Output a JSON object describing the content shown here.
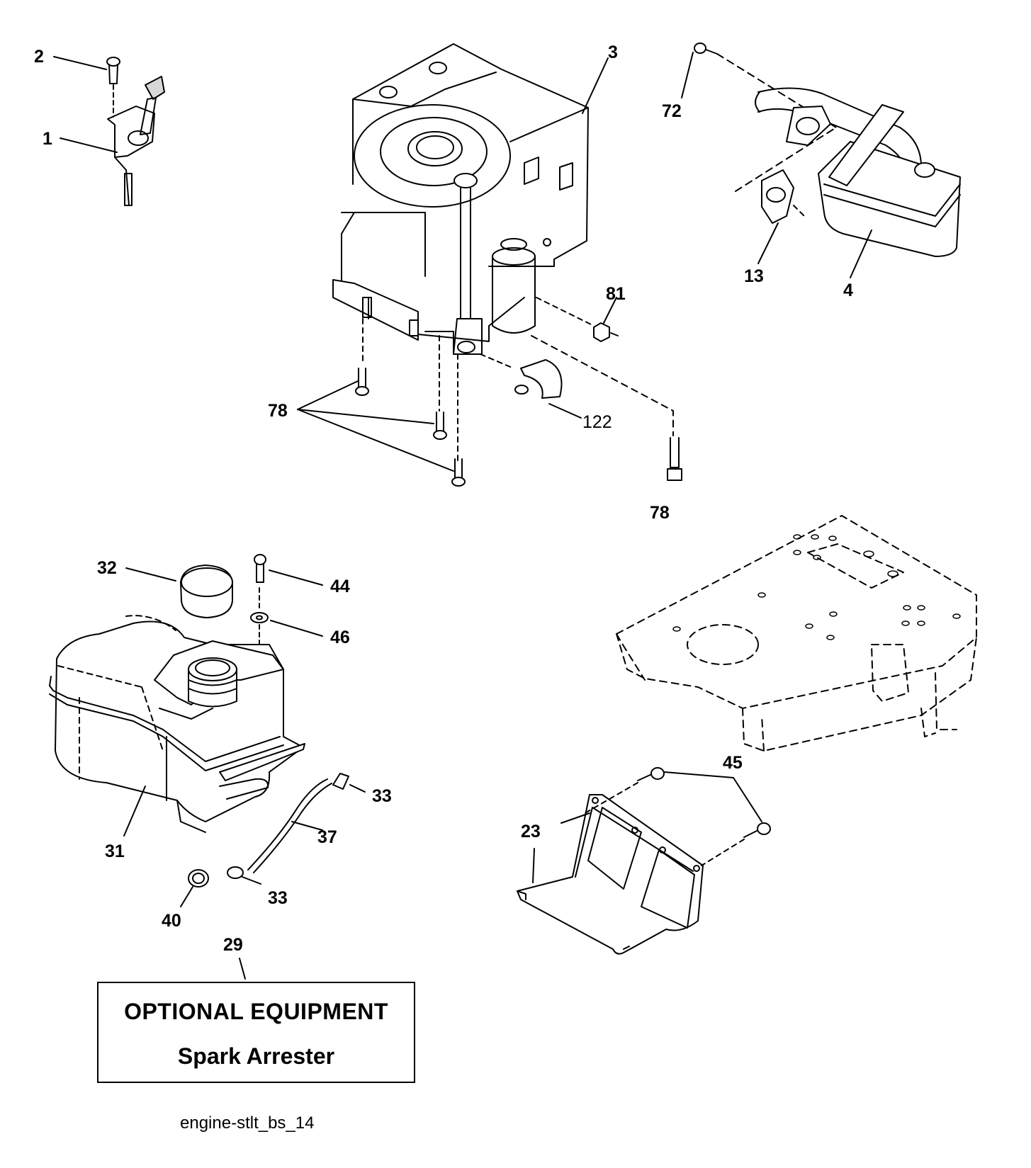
{
  "diagram": {
    "callouts": {
      "p1": "1",
      "p2": "2",
      "p3": "3",
      "p72": "72",
      "p13": "13",
      "p4": "4",
      "p81": "81",
      "p78a": "78",
      "p122": "122",
      "p78b": "78",
      "p32": "32",
      "p44": "44",
      "p46": "46",
      "p33a": "33",
      "p37": "37",
      "p31": "31",
      "p33b": "33",
      "p40": "40",
      "p29": "29",
      "p45": "45",
      "p23": "23"
    },
    "note": {
      "line1": "OPTIONAL EQUIPMENT",
      "line2": "Spark Arrester"
    },
    "footer_code": "engine-stlt_bs_14",
    "colors": {
      "line": "#000000",
      "background": "#ffffff",
      "shade": "#e0e0e0"
    }
  }
}
